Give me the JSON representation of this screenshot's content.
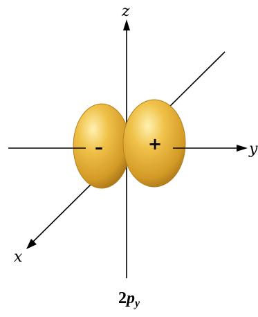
{
  "axes": {
    "x": "x",
    "y": "y",
    "z": "z"
  },
  "lobes": {
    "negative_sign": "–",
    "positive_sign": "+"
  },
  "caption": {
    "number": "2",
    "letter": "p",
    "subscript": "y"
  },
  "colors": {
    "lobe_fill": "#e3a92c",
    "lobe_highlight": "#fde99a",
    "lobe_shadow": "#a8741a",
    "axis": "#000000"
  }
}
